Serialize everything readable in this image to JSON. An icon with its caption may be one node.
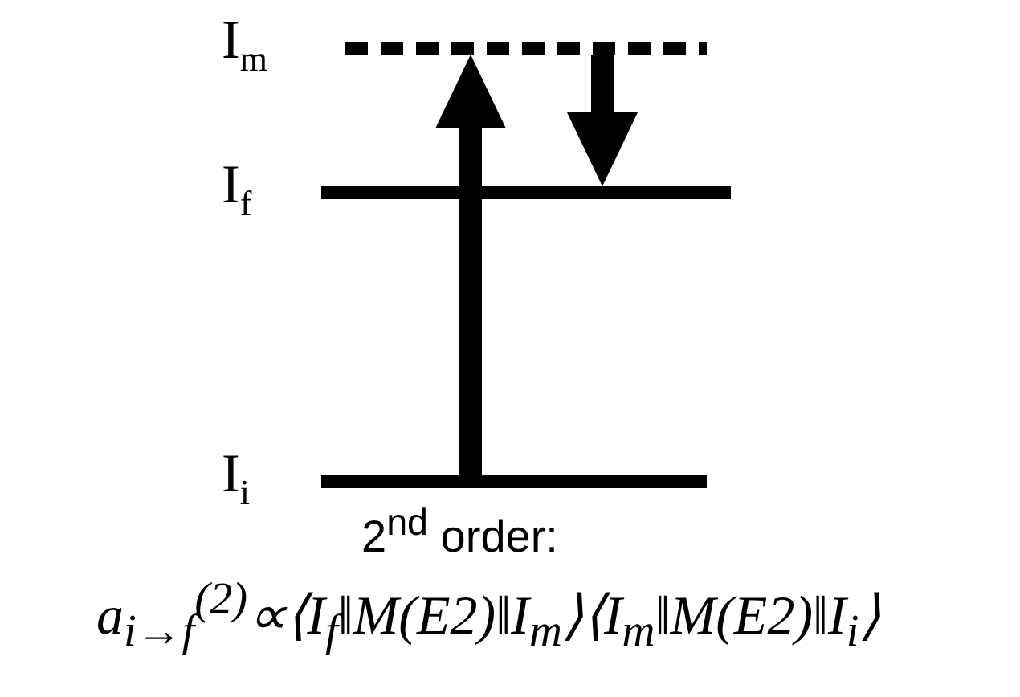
{
  "diagram": {
    "nodes": [
      {
        "text": [
          "I$_{m}$"
        ]
      },
      {
        "text": [
          "I$_{f}$"
        ]
      },
      {
        "text": [
          "I$_{i}$"
        ]
      }
    ],
    "edges": [
      {
        "from": 2,
        "to": 0,
        "arrow": "to"
      },
      {
        "from": 0,
        "to": 1,
        "arrow": "to"
      }
    ],
    "labels": [
      "2$^{nd}$ order:",
      "a$_{i→f}$$^{(2)}$∝⟨I$_{f}$‖M(E2)‖I$_{m}$⟩⟨I$_{m}$‖M(E2)‖I$_{i}$⟩"
    ]
  }
}
